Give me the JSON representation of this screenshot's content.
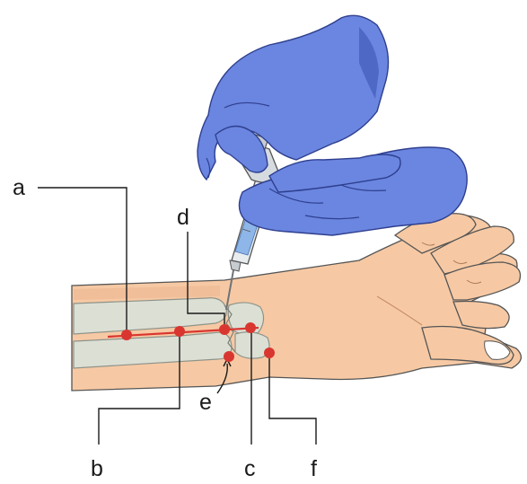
{
  "figure": {
    "labels": {
      "a": "a",
      "b": "b",
      "c": "c",
      "d": "d",
      "e": "e",
      "f": "f"
    },
    "colors": {
      "glove": "#6a86e0",
      "skin": "#f6c9a4",
      "bone": "#dcdfd4",
      "marker": "#d93630"
    },
    "icons": [
      "syringe-icon",
      "glove-hand-icon"
    ]
  }
}
